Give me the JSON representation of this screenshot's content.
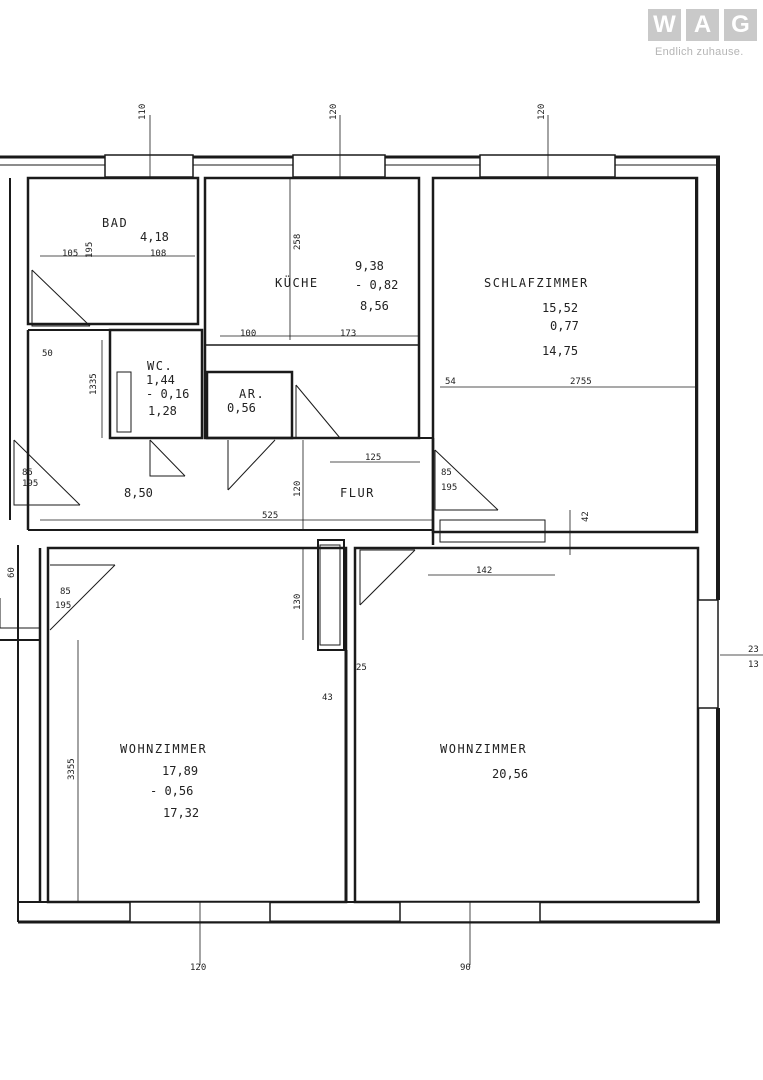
{
  "logo": {
    "letters": [
      "W",
      "A",
      "G"
    ],
    "tagline": "Endlich zuhause."
  },
  "rooms": {
    "bad": {
      "name": "BAD",
      "area": "4,18"
    },
    "kueche": {
      "name": "KÜCHE",
      "area_gross": "9,38",
      "area_minus": "- 0,82",
      "area_net": "8,56"
    },
    "schlafzimmer": {
      "name": "SCHLAFZIMMER",
      "area_gross": "15,52",
      "area_minus": "0,77",
      "area_net": "14,75"
    },
    "wc": {
      "name": "WC.",
      "area_gross": "1,44",
      "area_minus": "- 0,16",
      "area_net": "1,28"
    },
    "ar": {
      "name": "AR.",
      "area": "0,56"
    },
    "vorraum": {
      "area": "8,50"
    },
    "flur": {
      "name": "FLUR"
    },
    "wohnzimmer_links": {
      "name": "WOHNZIMMER",
      "area_gross": "17,89",
      "area_minus": "- 0,56",
      "area_net": "17,32"
    },
    "wohnzimmer_rechts": {
      "name": "WOHNZIMMER",
      "area": "20,56"
    }
  },
  "dimensions": {
    "d105": "105",
    "d108": "108",
    "d195a": "195",
    "d258": "258",
    "d100": "100",
    "d173": "173",
    "d2755": "2755",
    "d54": "54",
    "d1335": "1335",
    "d50": "50",
    "d125": "125",
    "d120": "120",
    "d525": "525",
    "d42": "42",
    "d142": "142",
    "d130": "130",
    "d3355": "3355",
    "d85a": "85",
    "d195b": "195",
    "d85b": "85",
    "d195c": "195",
    "d85c": "85",
    "d195d": "195",
    "d60": "60",
    "d25": "25",
    "d43": "43",
    "d23": "23",
    "d13": "13",
    "d120top": "120",
    "d110top": "110",
    "d120top2": "120",
    "d120bot": "120",
    "d90bot": "90"
  }
}
